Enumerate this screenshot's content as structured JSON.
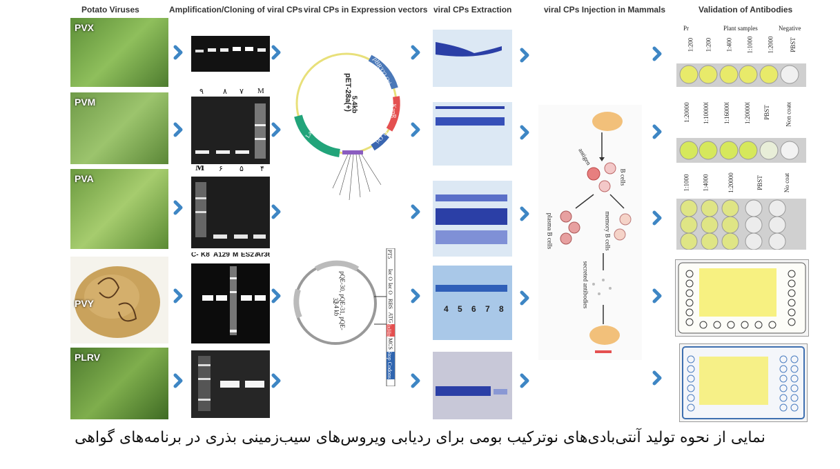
{
  "headers": {
    "col1": "Potato Viruses",
    "col2": "Amplification/Cloning of viral CPs",
    "col3": "viral CPs in Expression vectors",
    "col4": "viral CPs Extraction",
    "col5": "viral CPs Injection in Mammals",
    "col6": "Validation of Antibodies"
  },
  "viruses": [
    "PVX",
    "PVM",
    "PVA",
    "PVY",
    "PLRV"
  ],
  "gel_labels": {
    "pvm": [
      "۹",
      "۸",
      "۷",
      "M"
    ],
    "pva": [
      "M",
      "۶",
      "۵",
      "۴"
    ],
    "pvy": [
      "C-",
      "K8",
      "A129",
      "M",
      "ES27",
      "Ar36"
    ]
  },
  "vectors": {
    "top_name": "pET-28a(+)",
    "top_size": "5.4kb",
    "bottom_name": "pQE-30, pQE-31, pQE-32",
    "bottom_size": "3.4 kb",
    "top_features": [
      "pBR322 Ori",
      "KanR",
      "f1 Ori",
      "Lac I"
    ],
    "bottom_features": [
      "PT5",
      "lac O",
      "lac O",
      "RBS",
      "ATG",
      "6xHis",
      "MCS",
      "Stop Codons"
    ]
  },
  "sds_lanes": [
    "4",
    "5",
    "6",
    "7",
    "8"
  ],
  "mammals": {
    "antigen": "antigen",
    "b_cells": "B cells",
    "plasma_cells": "plasma B cells",
    "memory_cells": "memory B cells",
    "secreted": "secreted antibodies"
  },
  "validation": {
    "row1": [
      "Pr",
      "Plant samples",
      "Negative"
    ],
    "row1_dilutions": [
      "1:200",
      "1:200",
      "1:400",
      "1:1000",
      "1:2000",
      "PBST"
    ],
    "row2": [
      "1:20000",
      "1:100000",
      "1:160000",
      "1:200000",
      "PBST",
      "Non coated"
    ],
    "row3": [
      "1:1000",
      "1:4000",
      "1:20000",
      "PBST",
      "No coat"
    ]
  },
  "caption": "نمایی از نحوه تولید آنتی‌بادی‌های نوترکیب بومی برای ردیابی ویروس‌های سیب‌زمینی بذری در برنامه‌های گواهی",
  "colors": {
    "arrow": "#3e86c4",
    "sds_band": "#2b3fa6",
    "well_yellow": "#e8ea6a"
  }
}
